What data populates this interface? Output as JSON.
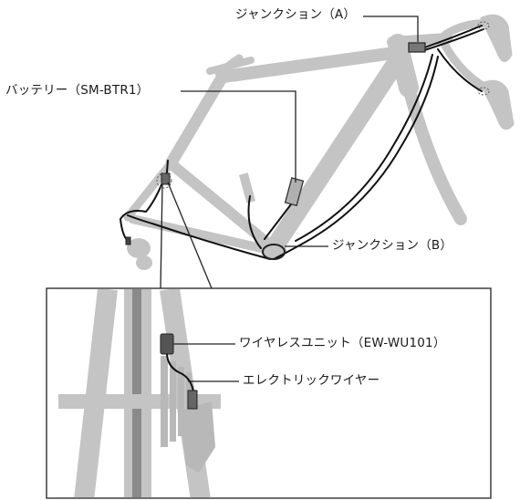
{
  "labels": {
    "junction_a": "ジャンクション（A）",
    "battery": "バッテリー（SM-BTR1）",
    "junction_b": "ジャンクション（B）",
    "wireless_unit": "ワイヤレスユニット（EW-WU101）",
    "electric_wire": "エレクトリックワイヤー"
  },
  "colors": {
    "frame": "#c4c4c4",
    "wire": "#111111",
    "leader": "#222222",
    "component": "#555555"
  }
}
